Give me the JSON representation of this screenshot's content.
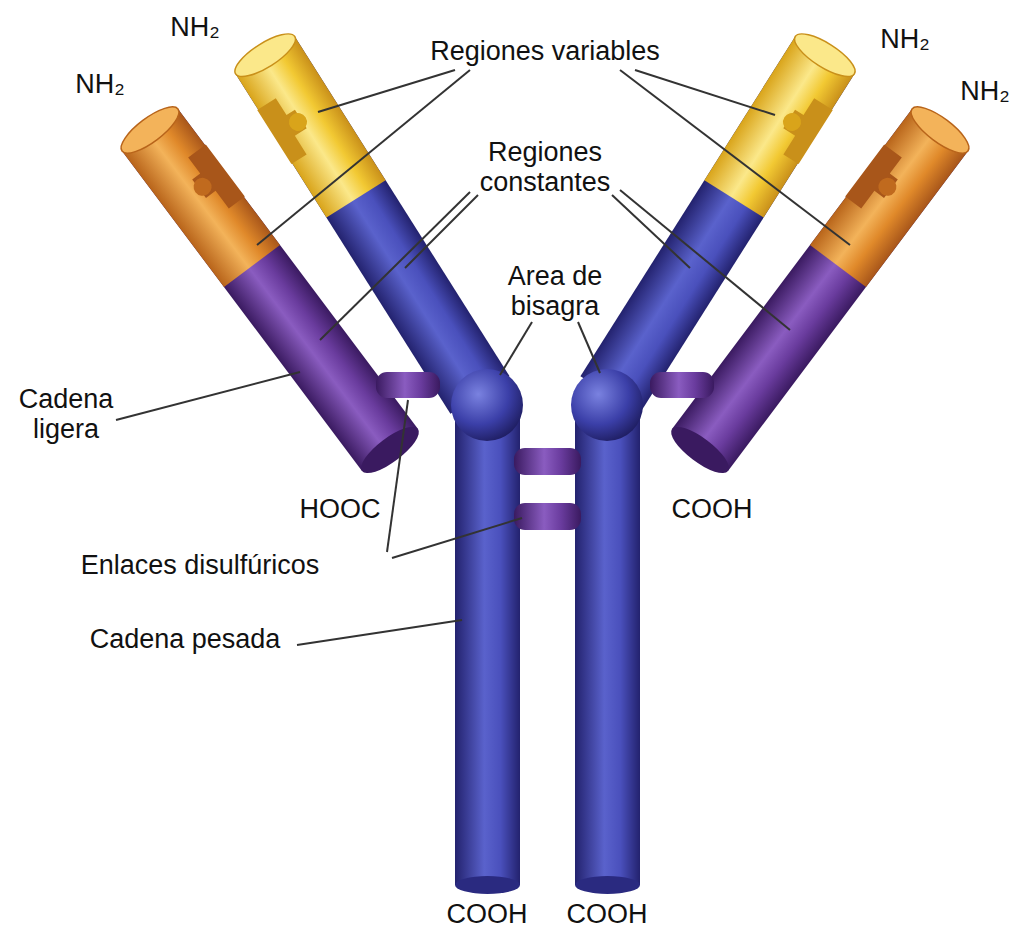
{
  "diagram": {
    "labels": [
      "NH₂",
      "NH₂",
      "Regiones variables",
      "NH₂",
      "NH₂",
      "Regiones constantes",
      "Area de bisagra",
      "Cadena ligera",
      "HOOC",
      "COOH",
      "Enlaces disulfúricos",
      "Cadena pesada",
      "COOH",
      "COOH"
    ]
  }
}
